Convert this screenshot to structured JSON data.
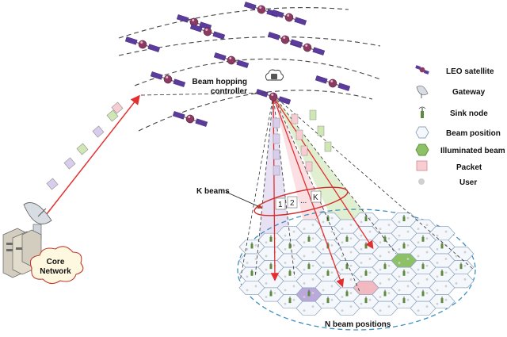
{
  "labels": {
    "beam_hopping_controller_line1": "Beam hopping",
    "beam_hopping_controller_line2": "controller",
    "k_beams": "K beams",
    "n_beam_positions": "N beam positions",
    "core_network_line1": "Core",
    "core_network_line2": "Network",
    "beam_index_1": "1",
    "beam_index_2": "2",
    "beam_index_dots": "...",
    "beam_index_k": "K"
  },
  "legend": {
    "items": [
      {
        "label": "LEO satellite",
        "icon": "satellite-icon"
      },
      {
        "label": "Gateway",
        "icon": "dish-icon"
      },
      {
        "label": "Sink node",
        "icon": "antenna-icon"
      },
      {
        "label": "Beam position",
        "icon": "hexagon-outline-icon"
      },
      {
        "label": "Illuminated beam",
        "icon": "hexagon-filled-icon"
      },
      {
        "label": "Packet",
        "icon": "packet-square-icon"
      },
      {
        "label": "User",
        "icon": "user-dot-icon"
      }
    ]
  },
  "colors": {
    "satellite_body": "#8b3a62",
    "satellite_panel": "#5b3c9c",
    "orbit": "#444444",
    "uplink": "#e23030",
    "packet_purple": "#d9cdee",
    "packet_green": "#cfe7b4",
    "packet_pink": "#f7cdd2",
    "hex_fill": "#f4f7fb",
    "hex_stroke": "#8fa4bd",
    "hex_green": "#8cc265",
    "hex_pink": "#f3b8c0",
    "hex_purple": "#bba9dc",
    "coverage_ellipse": "#3a8fbf",
    "beam_ring": "#d42a2a",
    "core_network_stroke": "#c0392b"
  }
}
